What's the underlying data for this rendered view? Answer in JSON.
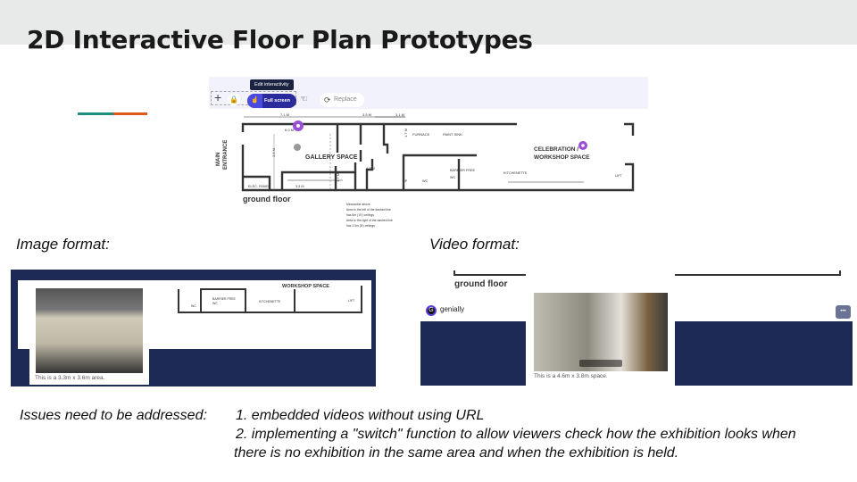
{
  "slide": {
    "title": "2D Interactive Floor Plan Prototypes",
    "accent_colors": [
      "#1e8f7e",
      "#e0581a"
    ]
  },
  "editor": {
    "tooltip": "Edit interactivity",
    "fullscreen_button": "Full screen",
    "replace_button": "Replace"
  },
  "floorplan": {
    "dimensions": [
      "7.1 M",
      "3.5 M",
      "3.1 M",
      "6.0 M",
      "3.6 M",
      "3.3 M",
      "4.2 M",
      "1.7 M",
      "1.7 M"
    ],
    "main_entrance": [
      "MAIN",
      "ENTRANCE"
    ],
    "gallery": "GALLERY SPACE",
    "furnace": "FURNACE",
    "paint_sink": "PAINT SINK",
    "celebration": [
      "CELEBRATION /",
      "WORKSHOP SPACE"
    ],
    "elec_panel": "ELEC. PANEL",
    "up": "UP",
    "wc": "WC",
    "barrier_free": [
      "BARRIER FREE",
      "WC"
    ],
    "kitchenette": "KITCHENETTE",
    "lift": "LIFT",
    "ground_floor": "ground floor",
    "notes": [
      "Mezzanine above.",
      "Area to the left of the dashed line",
      "has 6m (19') ceilings",
      "Area to the right of the dashed line",
      "has 2.5m (8') ceilings"
    ]
  },
  "image_format": {
    "label": "Image format:",
    "workshop": "WORKSHOP SPACE",
    "barrier_free": [
      "BARRIER FREE",
      "WC"
    ],
    "kitchenette": "KITCHENETTE",
    "lift": "LIFT",
    "wc": "WC",
    "caption": "This is a 3.3m x 3.6m area."
  },
  "video_format": {
    "label": "Video format:",
    "ground_floor": "ground floor",
    "brand": "genially",
    "caption": "This is a 4.6m x 3.8m space.",
    "more": "•••"
  },
  "issues": {
    "heading": "Issues need to be addressed:",
    "items": [
      "1. embedded videos without using URL",
      "2. implementing a \"switch\" function to allow viewers check how the exhibition looks when",
      "there is no exhibition in the same area and when the exhibition is held."
    ]
  }
}
